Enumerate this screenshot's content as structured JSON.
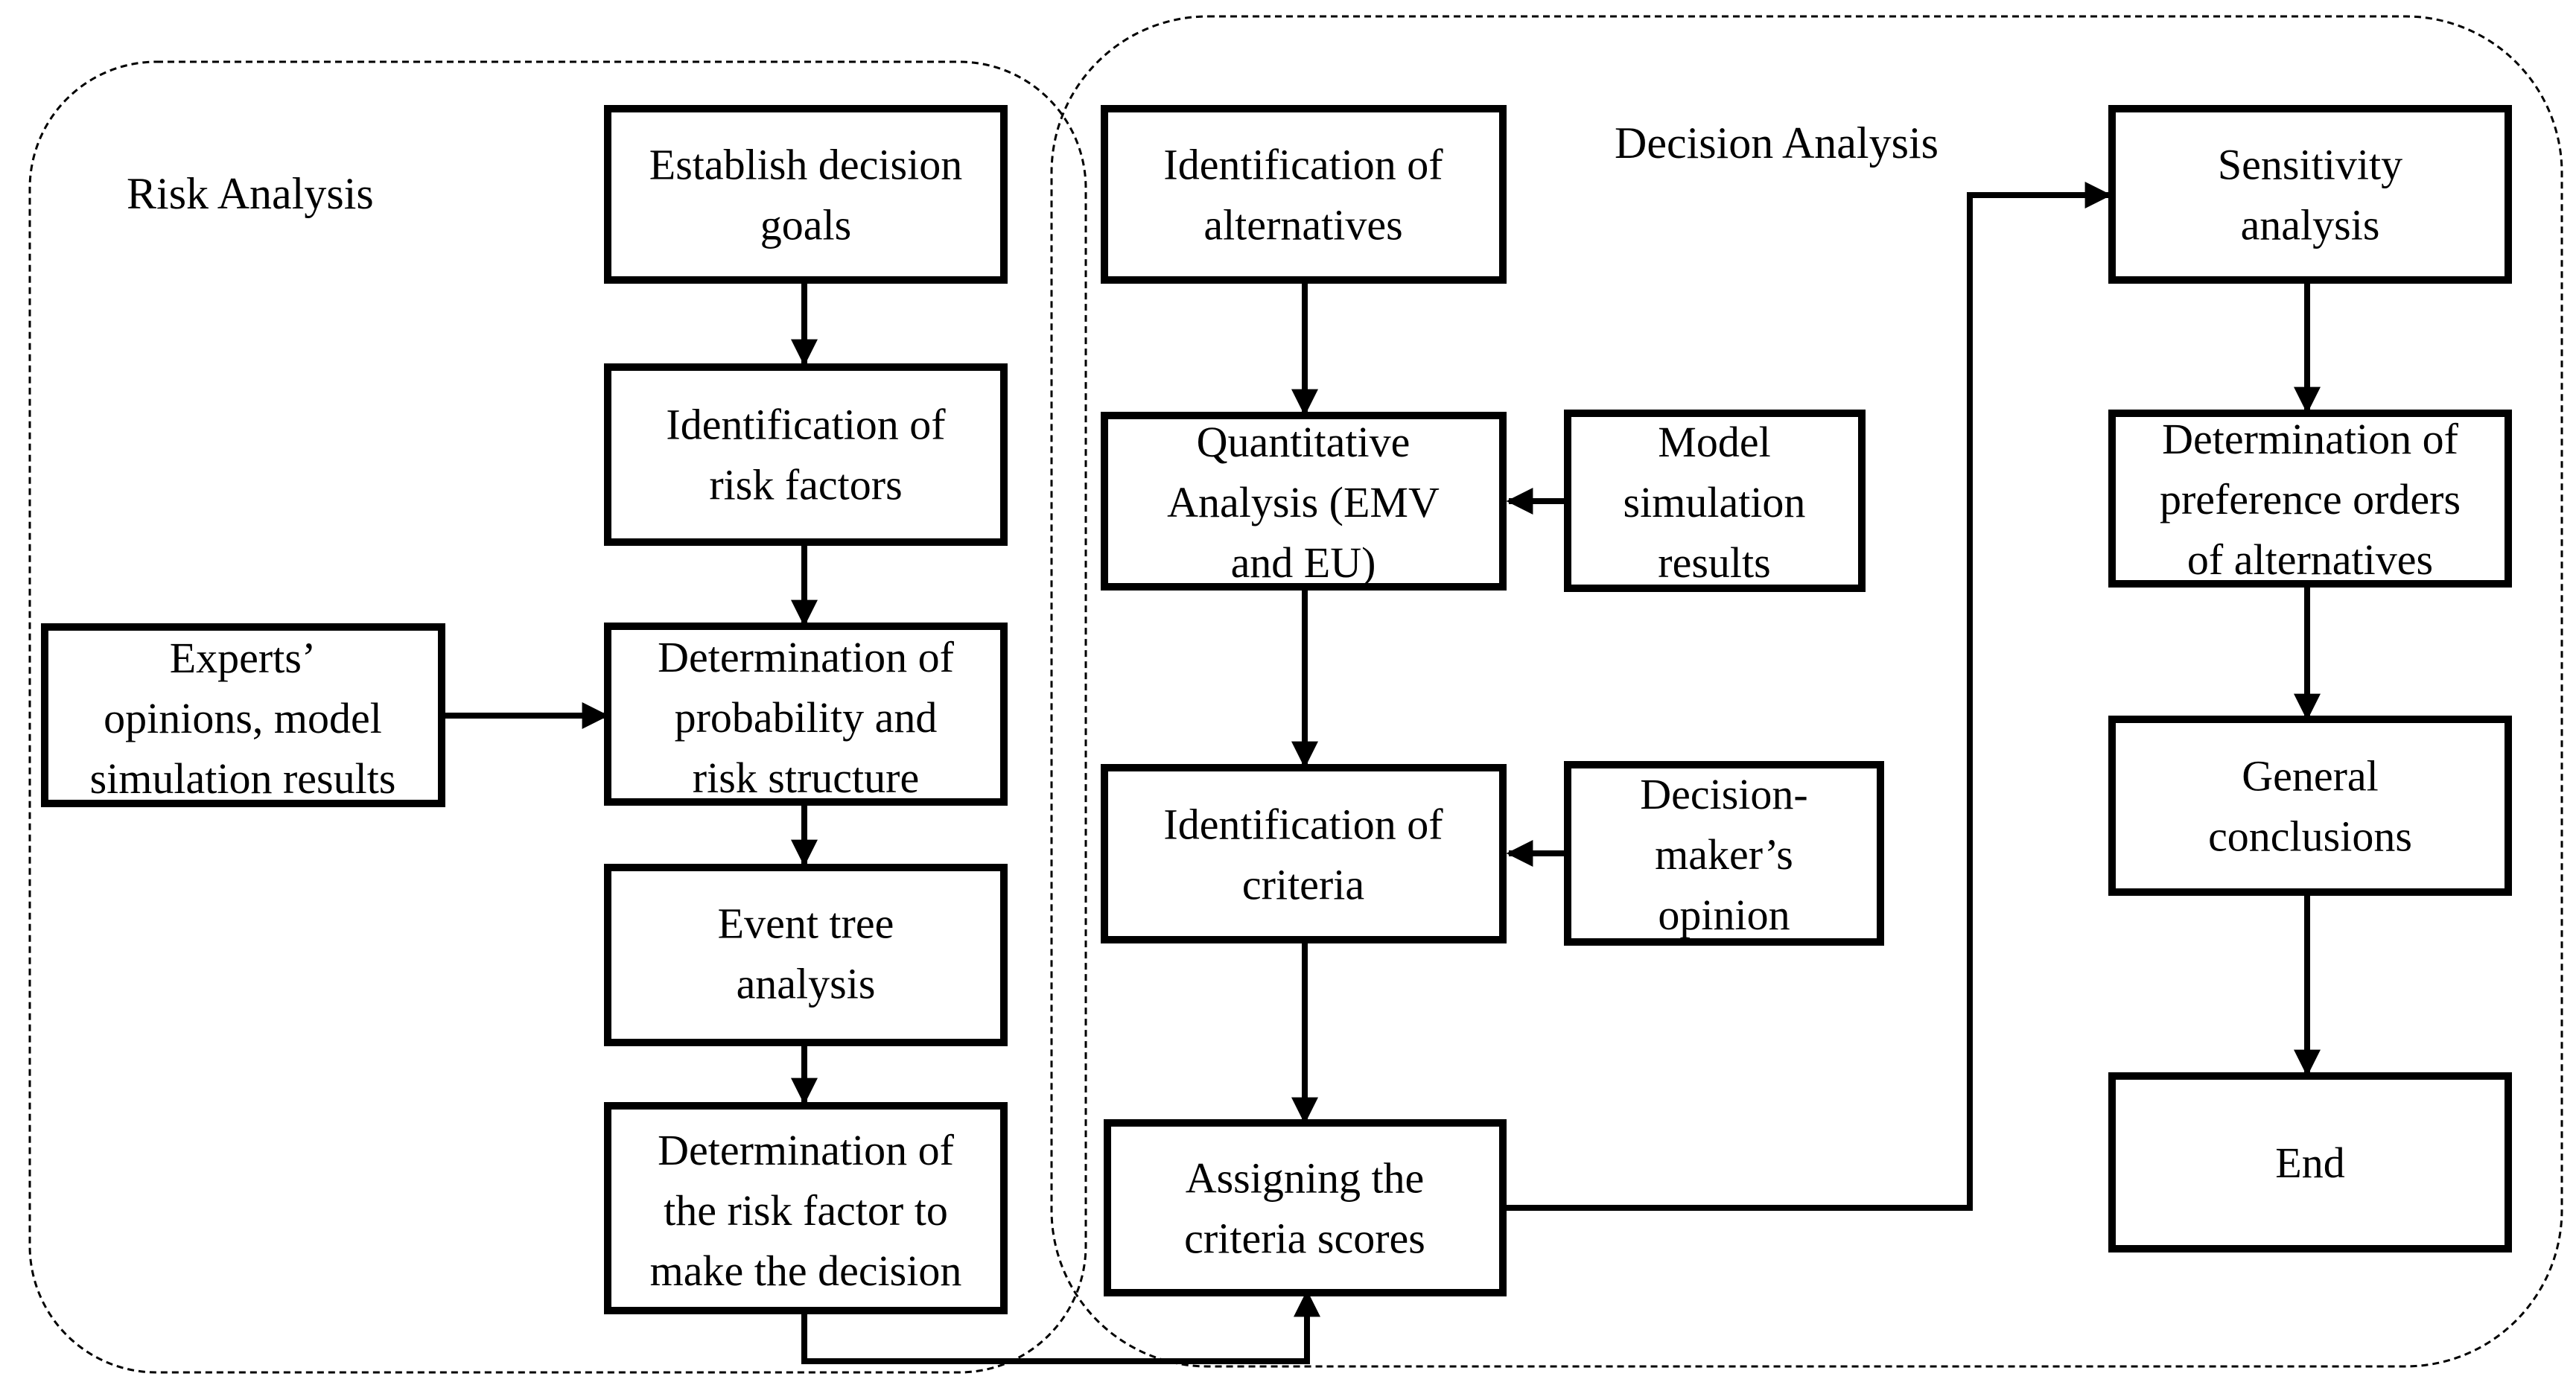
{
  "regions": {
    "risk": {
      "title": "Risk Analysis"
    },
    "decision": {
      "title": "Decision Analysis"
    }
  },
  "nodes": {
    "goals": {
      "lines": [
        "Establish decision",
        "goals"
      ]
    },
    "risk_factors": {
      "lines": [
        "Identification of",
        "risk factors"
      ]
    },
    "probability": {
      "lines": [
        "Determination of",
        "probability and",
        "risk structure"
      ]
    },
    "experts": {
      "lines": [
        "Experts’",
        "opinions, model",
        "simulation results"
      ]
    },
    "event_tree": {
      "lines": [
        "Event tree",
        "analysis"
      ]
    },
    "risk_factor_decision": {
      "lines": [
        "Determination of",
        "the risk factor to",
        "make the decision"
      ]
    },
    "alternatives": {
      "lines": [
        "Identification of",
        "alternatives"
      ]
    },
    "quantitative": {
      "lines": [
        "Quantitative",
        "Analysis (EMV",
        "and EU)"
      ]
    },
    "model_sim": {
      "lines": [
        "Model",
        "simulation",
        "results"
      ]
    },
    "criteria": {
      "lines": [
        "Identification of",
        "criteria"
      ]
    },
    "dm_opinion": {
      "lines": [
        "Decision-",
        "maker’s",
        "opinion"
      ]
    },
    "scores": {
      "lines": [
        "Assigning the",
        "criteria scores"
      ]
    },
    "sensitivity": {
      "lines": [
        "Sensitivity",
        "analysis"
      ]
    },
    "preference": {
      "lines": [
        "Determination of",
        "preference orders",
        "of alternatives"
      ]
    },
    "conclusions": {
      "lines": [
        "General",
        "conclusions"
      ]
    },
    "end": {
      "lines": [
        "End"
      ]
    }
  }
}
